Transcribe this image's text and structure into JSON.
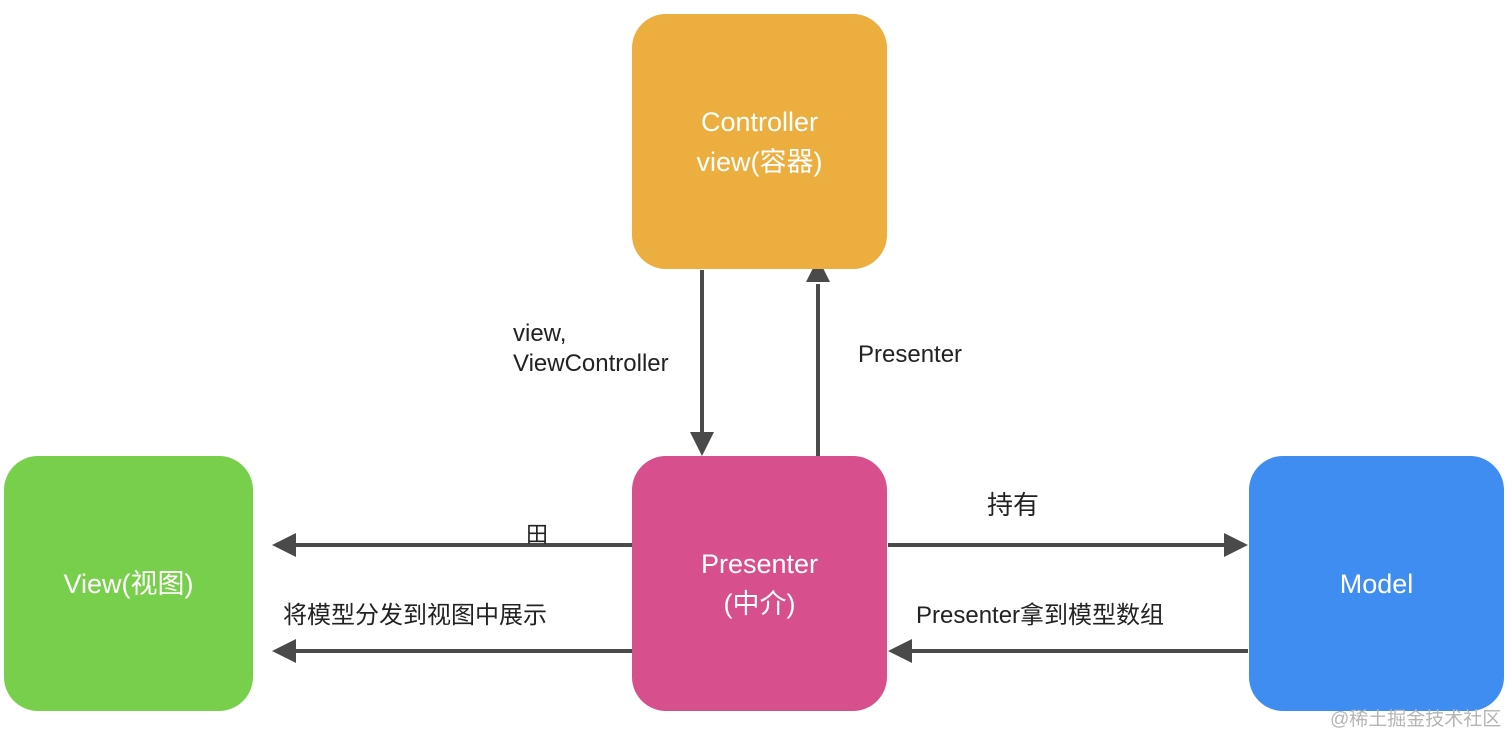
{
  "nodes": {
    "controller": {
      "line1": "Controller",
      "line2": "view(容器)",
      "color": "#EBAE3F"
    },
    "presenter": {
      "line1": "Presenter",
      "line2": "(中介)",
      "color": "#D84F8E"
    },
    "view": {
      "line1": "View(视图)",
      "color": "#78CF4B"
    },
    "model": {
      "line1": "Model",
      "color": "#3F8DF0"
    }
  },
  "edges": {
    "controller_to_presenter": {
      "line1": "view,",
      "line2": "ViewController"
    },
    "presenter_to_controller": {
      "label": "Presenter"
    },
    "presenter_to_model": {
      "label": "持有"
    },
    "model_to_presenter": {
      "label": "Presenter拿到模型数组"
    },
    "presenter_to_view_bottom": {
      "label": "将模型分发到视图中展示"
    },
    "presenter_to_view_top": {
      "label": "田"
    }
  },
  "arrow_color": "#4A4A4A",
  "watermark": "@稀土掘金技术社区"
}
